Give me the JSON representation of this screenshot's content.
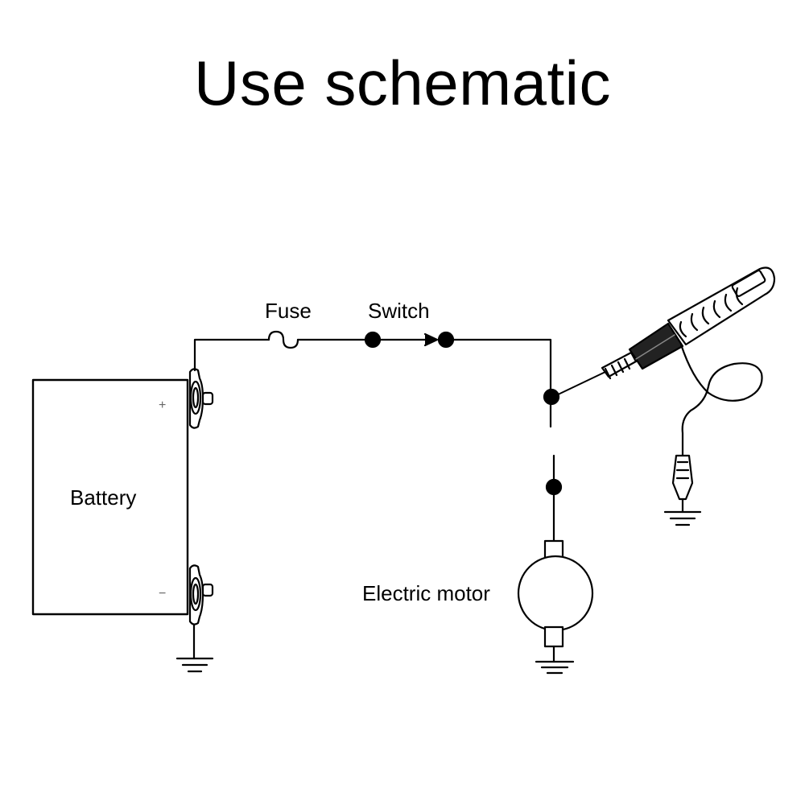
{
  "title": "Use schematic",
  "labels": {
    "fuse": "Fuse",
    "switch": "Switch",
    "battery": "Battery",
    "motor": "Electric motor"
  },
  "battery_terminals": {
    "positive": "+",
    "negative": "−"
  },
  "colors": {
    "line": "#000000",
    "background": "#ffffff"
  }
}
